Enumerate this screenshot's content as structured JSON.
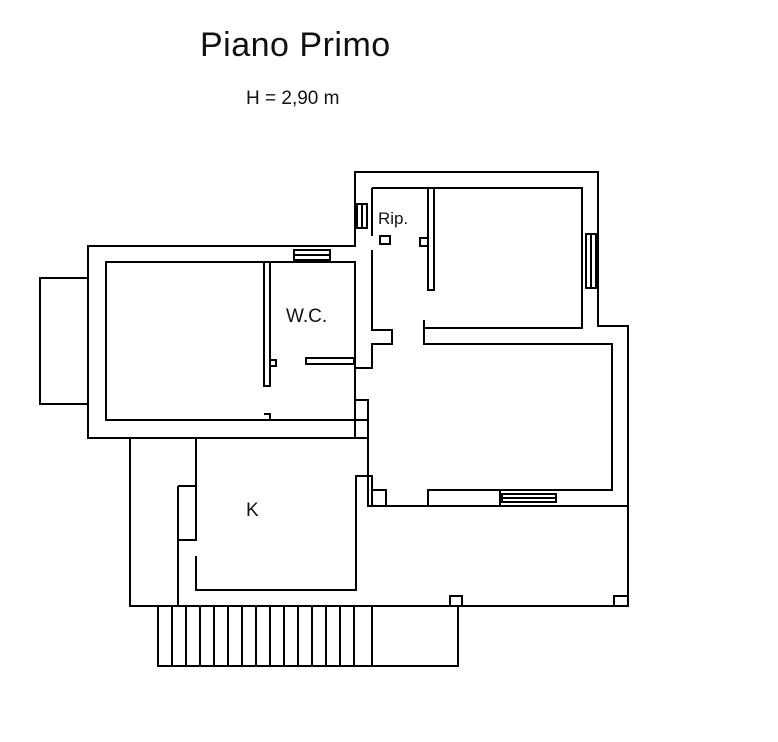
{
  "plan": {
    "title": "Piano Primo",
    "height_label": "H = 2,90 m",
    "rooms": {
      "storage": "Rip.",
      "bathroom": "W.C.",
      "kitchen": "K"
    }
  }
}
